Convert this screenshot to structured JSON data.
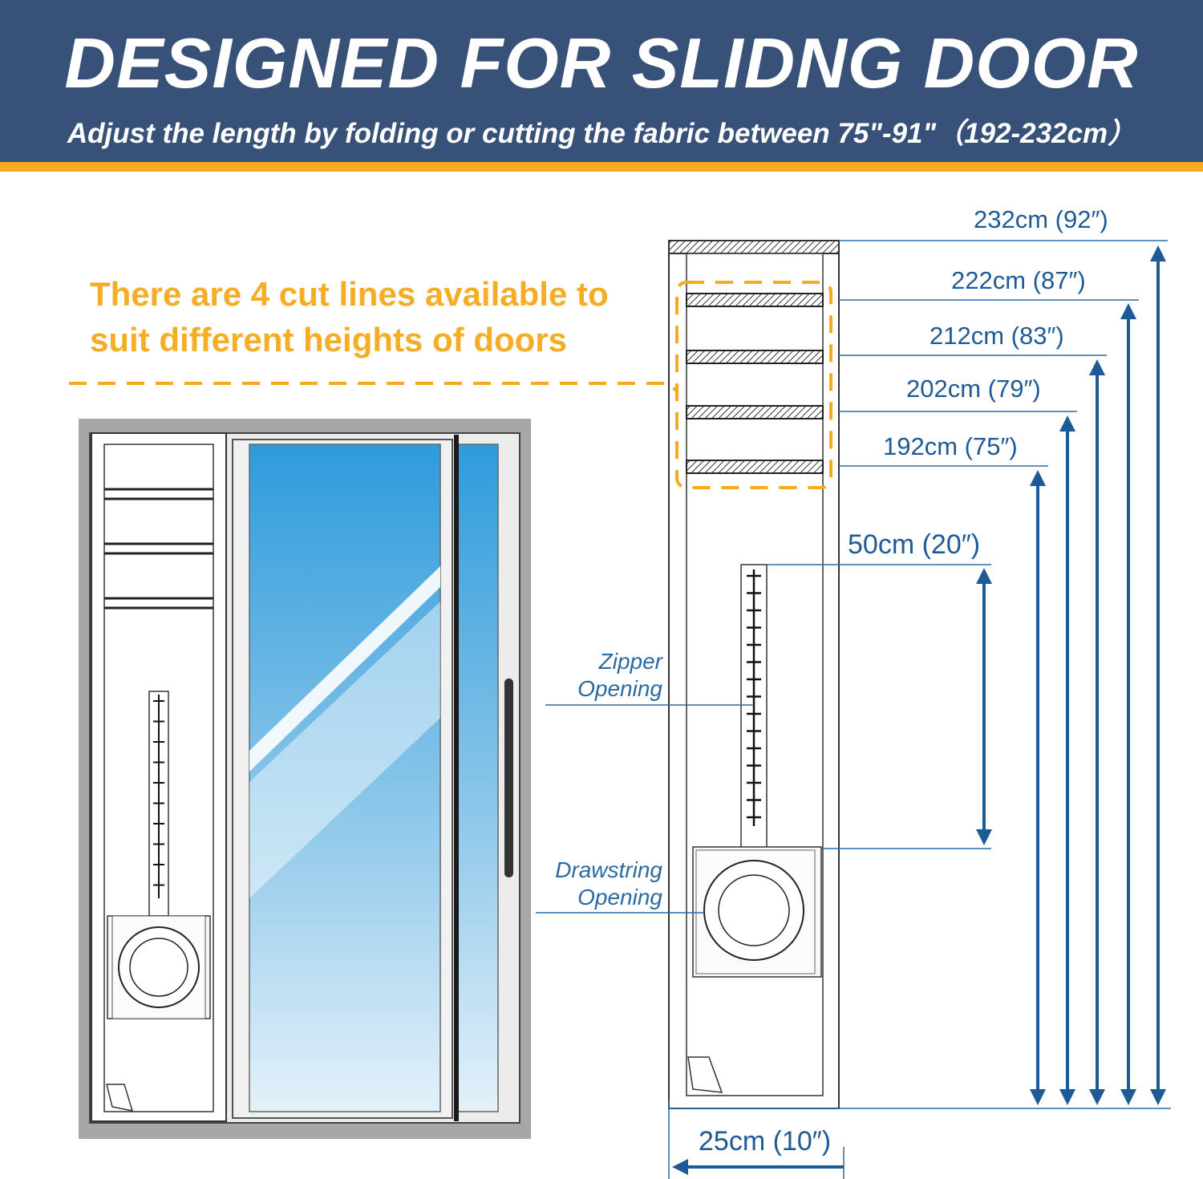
{
  "banner": {
    "title": "DESIGNED FOR SLIDNG DOOR",
    "subtitle": "Adjust the length by folding or cutting the fabric between 75\"-91\"（192-232cm）"
  },
  "note": {
    "line1": "There are 4 cut lines available to",
    "line2": "suit different heights of doors"
  },
  "dimensions": {
    "heights": [
      "232cm (92″)",
      "222cm (87″)",
      "212cm (83″)",
      "202cm (79″)",
      "192cm (75″)"
    ],
    "zipper_length": "50cm (20″)",
    "width": "25cm (10″)"
  },
  "callouts": {
    "zipper_line1": "Zipper",
    "zipper_line2": "Opening",
    "drawstring_line1": "Drawstring",
    "drawstring_line2": "Opening"
  },
  "colors": {
    "banner": "#375179",
    "stripe": "#f6ab1f",
    "accent_orange": "#f5ad26",
    "dimension_blue": "#1e5a96"
  }
}
